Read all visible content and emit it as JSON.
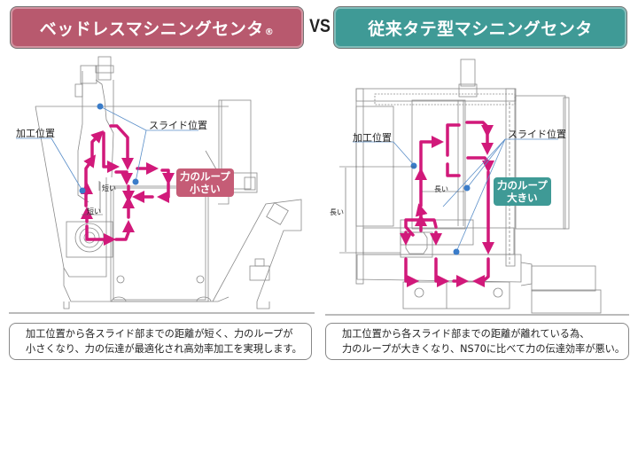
{
  "header": {
    "left_title": "ベッドレスマシニングセンタ",
    "left_registered_mark": "®",
    "vs_label": "VS",
    "right_title": "従来タテ型マシニングセンタ"
  },
  "colors": {
    "left_accent": "#b8596e",
    "right_accent": "#3f9a96",
    "force_arrow": "#d1197a",
    "marker_dot": "#3a7cc9",
    "leader_line": "#5b8fc9"
  },
  "left_diagram": {
    "machining_position_label": "加工位置",
    "slide_position_label": "スライド位置",
    "loop_badge_line1": "力のループ",
    "loop_badge_line2": "小さい",
    "dim_vertical_label": "短い",
    "dim_horizontal_label": "短い"
  },
  "right_diagram": {
    "machining_position_label": "加工位置",
    "slide_position_label": "スライド位置",
    "loop_badge_line1": "力のループ",
    "loop_badge_line2": "大きい",
    "dim_vertical_label": "長い",
    "dim_horizontal_label": "長い"
  },
  "descriptions": {
    "left": {
      "line1": "加工位置から各スライド部までの距離が短く、力のループが",
      "line2": "小さくなり、力の伝達が最適化され高効率加工を実現します。"
    },
    "right": {
      "line1": "加工位置から各スライド部までの距離が離れている為、",
      "line2": "力のループが大きくなり、NS70に比べて力の伝達効率が悪い。"
    }
  }
}
